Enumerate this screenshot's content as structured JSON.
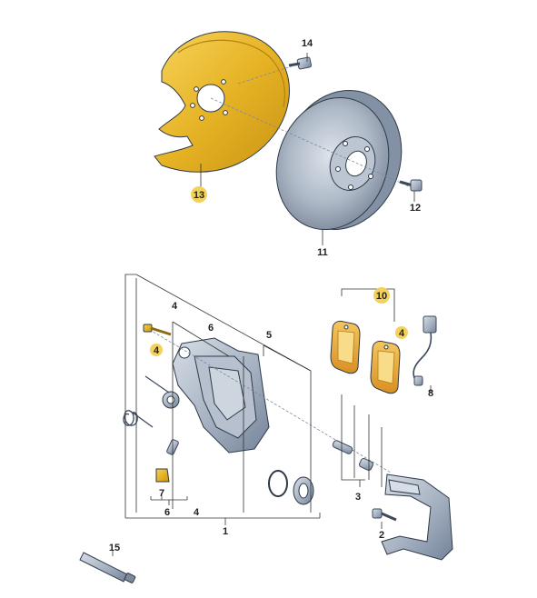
{
  "colors": {
    "highlight": "#f3d25c",
    "metal_light": "#c9d2de",
    "metal_mid": "#9eaabb",
    "metal_dark": "#6d7b8f",
    "yellow_part": "#e7b828",
    "yellow_part_light": "#f3cf53",
    "yellow_part_dark": "#c48f12",
    "pad_orange": "#e9a33a"
  },
  "callouts": {
    "splash_shield": "13",
    "splash_bolt": "14",
    "disc": "11",
    "disc_screw": "12",
    "pad_set": "10",
    "pad_set_bolt": "4",
    "wear_sensor": "8",
    "caliper_housing": "5",
    "housing_kit_bolt": "6",
    "housing_kit": "4",
    "caliper_bolt": "4",
    "bleeder_valve": "7",
    "bleeder_kit": "6",
    "seal_kit": "4",
    "caliper_assembly": "1",
    "guide_pin_set": "3",
    "carrier_bolt": "2",
    "grease_tube": "15"
  }
}
